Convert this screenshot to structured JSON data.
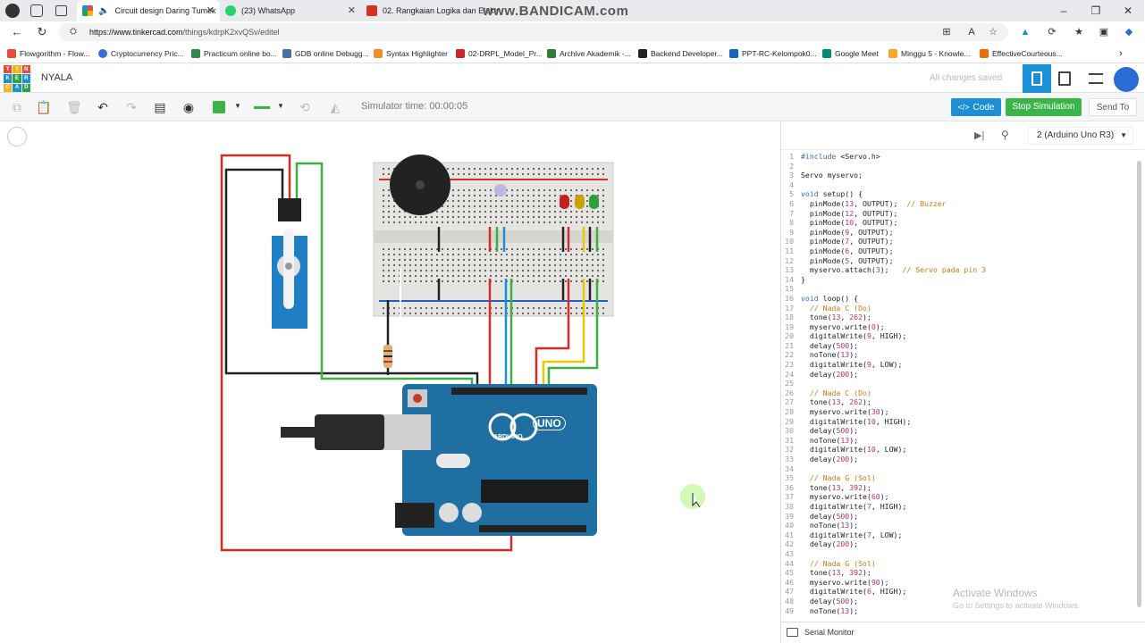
{
  "browser": {
    "tabs": [
      {
        "title": "Circuit design Daring Tumek",
        "active": true
      },
      {
        "title": "(23) WhatsApp",
        "active": false
      },
      {
        "title": "02. Rangkaian Logika dan Elektr",
        "active": false
      }
    ],
    "url_host": "https://www.tinkercad.com",
    "url_path": "/things/kdrpK2xvQSv/editel",
    "watermark": "www.BANDICAM.com",
    "bookmarks": [
      "Flowgorithm - Flow...",
      "Cryptocurrency Pric...",
      "Practicum online bo...",
      "GDB online Debugg...",
      "Syntax Highlighter",
      "02-DRPL_Model_Pr...",
      "Archive Akademik -...",
      "Backend Developer...",
      "PPT-RC-Kelompok0...",
      "Google Meet",
      "Minggu 5 - Knowle...",
      "EffectiveCourteous..."
    ]
  },
  "app": {
    "logo_letters": [
      "TIN",
      "KER",
      "CAD"
    ],
    "project_name": "NYALA",
    "save_status": "All changes saved",
    "simulator_time": "Simulator time: 00:00:05",
    "code_button": "Code",
    "stop_button": "Stop Simulation",
    "send_button": "Send To",
    "device_select": "2 (Arduino Uno R3)",
    "serial_monitor": "Serial Monitor",
    "board_label": "UNO",
    "board_brand": "ARDUINO",
    "colors": {
      "accent": "#1c8fd6",
      "stop": "#3bb54a",
      "wire_red": "#d62b2b",
      "wire_green": "#3cb043"
    }
  },
  "code_lines": [
    "#include <Servo.h>",
    "",
    "Servo myservo;",
    "",
    "void setup() {",
    "  pinMode(13, OUTPUT);  // Buzzer",
    "  pinMode(12, OUTPUT);",
    "  pinMode(10, OUTPUT);",
    "  pinMode(9, OUTPUT);",
    "  pinMode(7, OUTPUT);",
    "  pinMode(6, OUTPUT);",
    "  pinMode(5, OUTPUT);",
    "  myservo.attach(3);   // Servo pada pin 3",
    "}",
    "",
    "void loop() {",
    "  // Nada C (Do)",
    "  tone(13, 262);",
    "  myservo.write(0);",
    "  digitalWrite(9, HIGH);",
    "  delay(500);",
    "  noTone(13);",
    "  digitalWrite(9, LOW);",
    "  delay(200);",
    "",
    "  // Nada C (Do)",
    "  tone(13, 262);",
    "  myservo.write(30);",
    "  digitalWrite(10, HIGH);",
    "  delay(500);",
    "  noTone(13);",
    "  digitalWrite(10, LOW);",
    "  delay(200);",
    "",
    "  // Nada G (Sol)",
    "  tone(13, 392);",
    "  myservo.write(60);",
    "  digitalWrite(7, HIGH);",
    "  delay(500);",
    "  noTone(13);",
    "  digitalWrite(7, LOW);",
    "  delay(200);",
    "",
    "  // Nada G (Sol)",
    "  tone(13, 392);",
    "  myservo.write(90);",
    "  digitalWrite(6, HIGH);",
    "  delay(500);",
    "  noTone(13);"
  ],
  "windows_watermark": {
    "line1": "Activate Windows",
    "line2": "Go to Settings to activate Windows."
  }
}
